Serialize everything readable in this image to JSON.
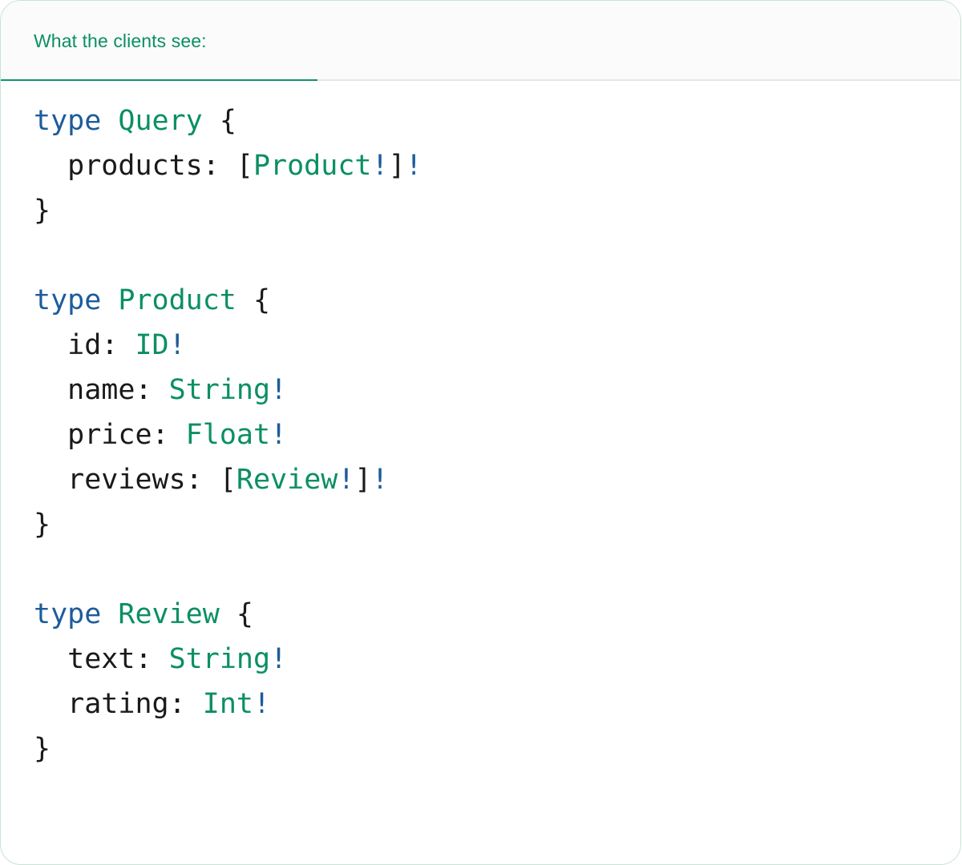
{
  "card": {
    "border_color": "#c9e3d6",
    "background": "#ffffff"
  },
  "header": {
    "active_tab_label": "What the clients see:",
    "accent_color": "#0b8f63",
    "underline_color": "#0d9473",
    "background": "#fbfbfb",
    "divider_color": "#e6e6e6"
  },
  "syntax_colors": {
    "keyword": "#1d5c9b",
    "type_name": "#0b8f63",
    "non_null_bang": "#1d5c9b",
    "punctuation": "#1a1a1a",
    "field_name": "#1a1a1a"
  },
  "code": {
    "language": "graphql",
    "raw": "type Query {\n  products: [Product!]!\n}\n\ntype Product {\n  id: ID!\n  name: String!\n  price: Float!\n  reviews: [Review!]!\n}\n\ntype Review {\n  text: String!\n  rating: Int!\n}",
    "lines": [
      {
        "n": 1,
        "tokens": [
          {
            "t": "type",
            "c": "keyword"
          },
          {
            "t": " ",
            "c": "plain"
          },
          {
            "t": "Query",
            "c": "type_name"
          },
          {
            "t": " ",
            "c": "plain"
          },
          {
            "t": "{",
            "c": "punctuation"
          }
        ]
      },
      {
        "n": 2,
        "tokens": [
          {
            "t": "  ",
            "c": "plain"
          },
          {
            "t": "products",
            "c": "field_name"
          },
          {
            "t": ": ",
            "c": "punctuation"
          },
          {
            "t": "[",
            "c": "punctuation"
          },
          {
            "t": "Product",
            "c": "type_name"
          },
          {
            "t": "!",
            "c": "non_null_bang"
          },
          {
            "t": "]",
            "c": "punctuation"
          },
          {
            "t": "!",
            "c": "non_null_bang"
          }
        ]
      },
      {
        "n": 3,
        "tokens": [
          {
            "t": "}",
            "c": "punctuation"
          }
        ]
      },
      {
        "n": 4,
        "tokens": []
      },
      {
        "n": 5,
        "tokens": [
          {
            "t": "type",
            "c": "keyword"
          },
          {
            "t": " ",
            "c": "plain"
          },
          {
            "t": "Product",
            "c": "type_name"
          },
          {
            "t": " ",
            "c": "plain"
          },
          {
            "t": "{",
            "c": "punctuation"
          }
        ]
      },
      {
        "n": 6,
        "tokens": [
          {
            "t": "  ",
            "c": "plain"
          },
          {
            "t": "id",
            "c": "field_name"
          },
          {
            "t": ": ",
            "c": "punctuation"
          },
          {
            "t": "ID",
            "c": "type_name"
          },
          {
            "t": "!",
            "c": "non_null_bang"
          }
        ]
      },
      {
        "n": 7,
        "tokens": [
          {
            "t": "  ",
            "c": "plain"
          },
          {
            "t": "name",
            "c": "field_name"
          },
          {
            "t": ": ",
            "c": "punctuation"
          },
          {
            "t": "String",
            "c": "type_name"
          },
          {
            "t": "!",
            "c": "non_null_bang"
          }
        ]
      },
      {
        "n": 8,
        "tokens": [
          {
            "t": "  ",
            "c": "plain"
          },
          {
            "t": "price",
            "c": "field_name"
          },
          {
            "t": ": ",
            "c": "punctuation"
          },
          {
            "t": "Float",
            "c": "type_name"
          },
          {
            "t": "!",
            "c": "non_null_bang"
          }
        ]
      },
      {
        "n": 9,
        "tokens": [
          {
            "t": "  ",
            "c": "plain"
          },
          {
            "t": "reviews",
            "c": "field_name"
          },
          {
            "t": ": ",
            "c": "punctuation"
          },
          {
            "t": "[",
            "c": "punctuation"
          },
          {
            "t": "Review",
            "c": "type_name"
          },
          {
            "t": "!",
            "c": "non_null_bang"
          },
          {
            "t": "]",
            "c": "punctuation"
          },
          {
            "t": "!",
            "c": "non_null_bang"
          }
        ]
      },
      {
        "n": 10,
        "tokens": [
          {
            "t": "}",
            "c": "punctuation"
          }
        ]
      },
      {
        "n": 11,
        "tokens": []
      },
      {
        "n": 12,
        "tokens": [
          {
            "t": "type",
            "c": "keyword"
          },
          {
            "t": " ",
            "c": "plain"
          },
          {
            "t": "Review",
            "c": "type_name"
          },
          {
            "t": " ",
            "c": "plain"
          },
          {
            "t": "{",
            "c": "punctuation"
          }
        ]
      },
      {
        "n": 13,
        "tokens": [
          {
            "t": "  ",
            "c": "plain"
          },
          {
            "t": "text",
            "c": "field_name"
          },
          {
            "t": ": ",
            "c": "punctuation"
          },
          {
            "t": "String",
            "c": "type_name"
          },
          {
            "t": "!",
            "c": "non_null_bang"
          }
        ]
      },
      {
        "n": 14,
        "tokens": [
          {
            "t": "  ",
            "c": "plain"
          },
          {
            "t": "rating",
            "c": "field_name"
          },
          {
            "t": ": ",
            "c": "punctuation"
          },
          {
            "t": "Int",
            "c": "type_name"
          },
          {
            "t": "!",
            "c": "non_null_bang"
          }
        ]
      },
      {
        "n": 15,
        "tokens": [
          {
            "t": "}",
            "c": "punctuation"
          }
        ]
      }
    ]
  }
}
